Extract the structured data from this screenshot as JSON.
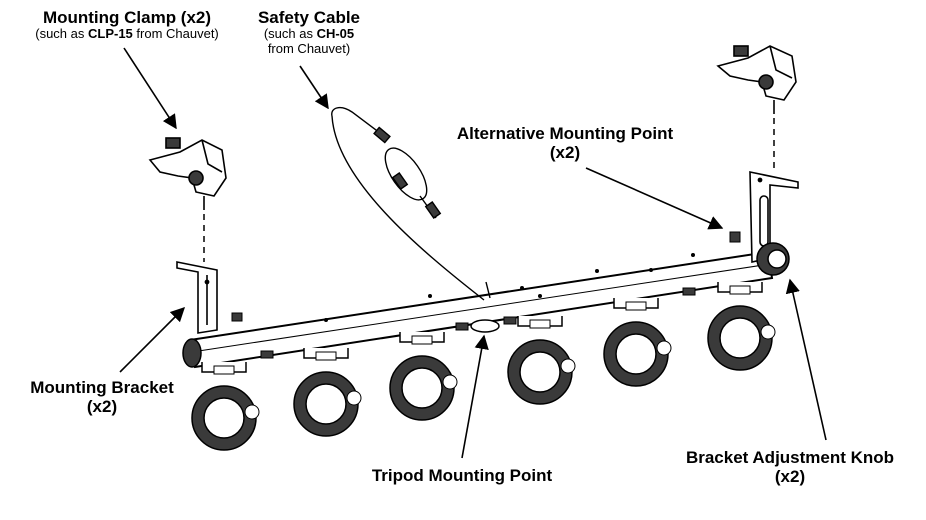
{
  "labels": {
    "mounting_clamp": {
      "title": "Mounting Clamp (x2)",
      "sub_prefix": "(such as ",
      "sub_model": "CLP-15",
      "sub_suffix": " from Chauvet)"
    },
    "safety_cable": {
      "title": "Safety Cable",
      "sub_line1_prefix": "(such as ",
      "sub_model": "CH-05",
      "sub_line2": "from Chauvet)"
    },
    "alt_mounting_point": {
      "line1": "Alternative Mounting Point",
      "line2": "(x2)"
    },
    "mounting_bracket": {
      "line1": "Mounting Bracket",
      "line2": "(x2)"
    },
    "tripod_mounting_point": {
      "line1": "Tripod Mounting Point"
    },
    "bracket_adjustment_knob": {
      "line1": "Bracket Adjustment Knob",
      "line2": "(x2)"
    }
  },
  "colors": {
    "line": "#000000",
    "fixture_dark": "#3a3a3a",
    "fixture_mid": "#8a8a8a",
    "bar_fill": "#ffffff"
  },
  "light_fixture_count": 6
}
